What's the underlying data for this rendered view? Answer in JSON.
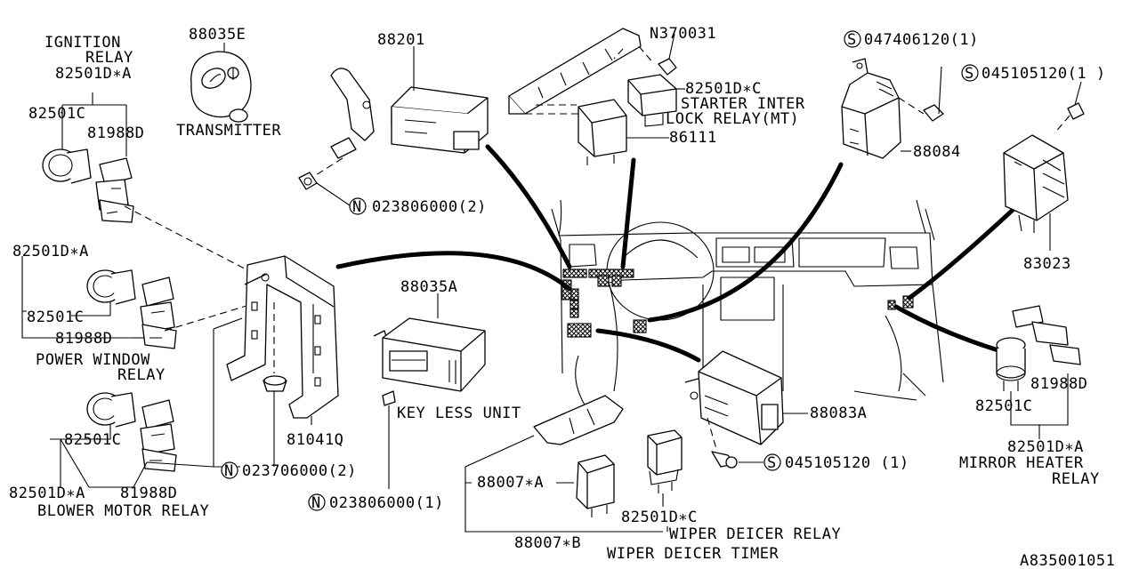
{
  "diagram": {
    "part_labels": [
      {
        "id": "ignition-relay-line1",
        "text": "IGNITION"
      },
      {
        "id": "ignition-relay-line2",
        "text": "RELAY"
      },
      {
        "id": "p82501d-a-top",
        "text": "82501D∗A"
      },
      {
        "id": "p82501c-top",
        "text": "82501C"
      },
      {
        "id": "p81988d-top",
        "text": "81988D"
      },
      {
        "id": "p88035e",
        "text": "88035E"
      },
      {
        "id": "transmitter",
        "text": "TRANSMITTER"
      },
      {
        "id": "p88201",
        "text": "88201"
      },
      {
        "id": "pn370031",
        "text": "N370031"
      },
      {
        "id": "p82501d-c-top",
        "text": "82501D∗C"
      },
      {
        "id": "starter-interlock-line1",
        "text": "STARTER INTER"
      },
      {
        "id": "starter-interlock-line2",
        "text": "LOCK RELAY(MT)"
      },
      {
        "id": "p86111",
        "text": "86111"
      },
      {
        "id": "p047406120",
        "text": "047406120(1)"
      },
      {
        "id": "p045105120-top",
        "text": "045105120(1 )"
      },
      {
        "id": "p88084",
        "text": "88084"
      },
      {
        "id": "p023806000-top",
        "text": "023806000(2)"
      },
      {
        "id": "p83023",
        "text": "83023"
      },
      {
        "id": "p82501d-a-pw",
        "text": "82501D∗A"
      },
      {
        "id": "p82501c-pw",
        "text": "82501C"
      },
      {
        "id": "p81988d-pw",
        "text": "81988D"
      },
      {
        "id": "power-window-line1",
        "text": "POWER WINDOW"
      },
      {
        "id": "power-window-line2",
        "text": "RELAY"
      },
      {
        "id": "p88035a",
        "text": "88035A"
      },
      {
        "id": "p82501c-bm",
        "text": "82501C"
      },
      {
        "id": "p81041q",
        "text": "81041Q"
      },
      {
        "id": "key-less-unit",
        "text": "KEY LESS UNIT"
      },
      {
        "id": "p88083a",
        "text": "88083A"
      },
      {
        "id": "p023706000",
        "text": "023706000(2)"
      },
      {
        "id": "p82501d-a-bm",
        "text": "82501D∗A"
      },
      {
        "id": "p81988d-bm",
        "text": "81988D"
      },
      {
        "id": "blower-motor-relay",
        "text": "BLOWER MOTOR RELAY"
      },
      {
        "id": "p88007-a",
        "text": "88007∗A"
      },
      {
        "id": "p023806000-bot",
        "text": "023806000(1)"
      },
      {
        "id": "p82501d-c-bot",
        "text": "82501D∗C"
      },
      {
        "id": "wiper-deicer-relay",
        "text": "WIPER DEICER RELAY"
      },
      {
        "id": "p88007-b",
        "text": "88007∗B"
      },
      {
        "id": "wiper-deicer-timer",
        "text": "WIPER DEICER TIMER"
      },
      {
        "id": "p045105120-bot",
        "text": "045105120 (1)"
      },
      {
        "id": "p81988d-mh",
        "text": "81988D"
      },
      {
        "id": "p82501c-mh",
        "text": "82501C"
      },
      {
        "id": "p82501d-a-mh",
        "text": "82501D∗A"
      },
      {
        "id": "mirror-heater-line1",
        "text": "MIRROR HEATER"
      },
      {
        "id": "mirror-heater-line2",
        "text": "RELAY"
      },
      {
        "id": "diagram-code",
        "text": "A835001051"
      }
    ],
    "symbols": {
      "n_prefix": "N",
      "s_prefix": "S"
    }
  }
}
